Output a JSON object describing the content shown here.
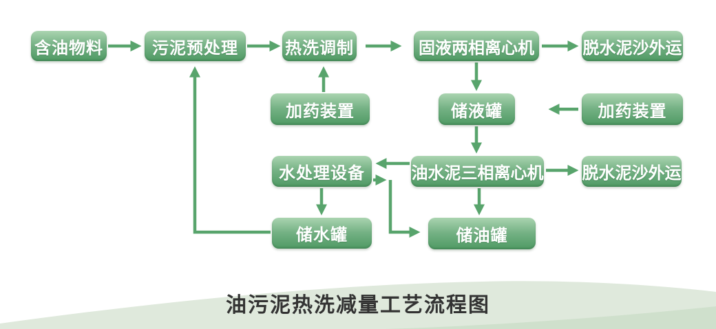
{
  "title": "油污泥热洗减量工艺流程图",
  "colors": {
    "node_top": "#aad4b0",
    "node_mid": "#74b184",
    "node_bottom": "#4f9a64",
    "arrow_color": "#58a46c",
    "band_light": "#dfe9dc",
    "band_dark": "#cfe0cc",
    "title_color": "#333333",
    "node_text": "#ffffff"
  },
  "nodes": {
    "oily_material": {
      "label": "含油物料"
    },
    "sludge_pretreatment": {
      "label": "污泥预处理"
    },
    "hot_wash_conditioning": {
      "label": "热洗调制"
    },
    "solid_liquid_centrifuge": {
      "label": "固液两相离心机"
    },
    "dewatered_sand_out_1": {
      "label": "脱水泥沙外运"
    },
    "dosing_unit_1": {
      "label": "加药装置"
    },
    "liquid_tank": {
      "label": "储液罐"
    },
    "dosing_unit_2": {
      "label": "加药装置"
    },
    "water_treatment": {
      "label": "水处理设备"
    },
    "three_phase_centrifuge": {
      "label": "油水泥三相离心机"
    },
    "dewatered_sand_out_2": {
      "label": "脱水泥沙外运"
    },
    "water_tank": {
      "label": "储水罐"
    },
    "oil_tank": {
      "label": "储油罐"
    }
  },
  "edges": [
    {
      "from": "oily_material",
      "to": "sludge_pretreatment"
    },
    {
      "from": "sludge_pretreatment",
      "to": "hot_wash_conditioning"
    },
    {
      "from": "hot_wash_conditioning",
      "to": "solid_liquid_centrifuge"
    },
    {
      "from": "solid_liquid_centrifuge",
      "to": "dewatered_sand_out_1"
    },
    {
      "from": "dosing_unit_1",
      "to": "hot_wash_conditioning"
    },
    {
      "from": "solid_liquid_centrifuge",
      "to": "liquid_tank"
    },
    {
      "from": "dosing_unit_2",
      "to": "liquid_tank"
    },
    {
      "from": "liquid_tank",
      "to": "three_phase_centrifuge"
    },
    {
      "from": "three_phase_centrifuge",
      "to": "water_treatment"
    },
    {
      "from": "three_phase_centrifuge",
      "to": "dewatered_sand_out_2"
    },
    {
      "from": "three_phase_centrifuge",
      "to": "oil_tank"
    },
    {
      "from": "water_treatment",
      "to": "water_tank"
    },
    {
      "from": "water_treatment",
      "to": "oil_tank"
    },
    {
      "from": "water_tank",
      "to": "sludge_pretreatment"
    }
  ]
}
